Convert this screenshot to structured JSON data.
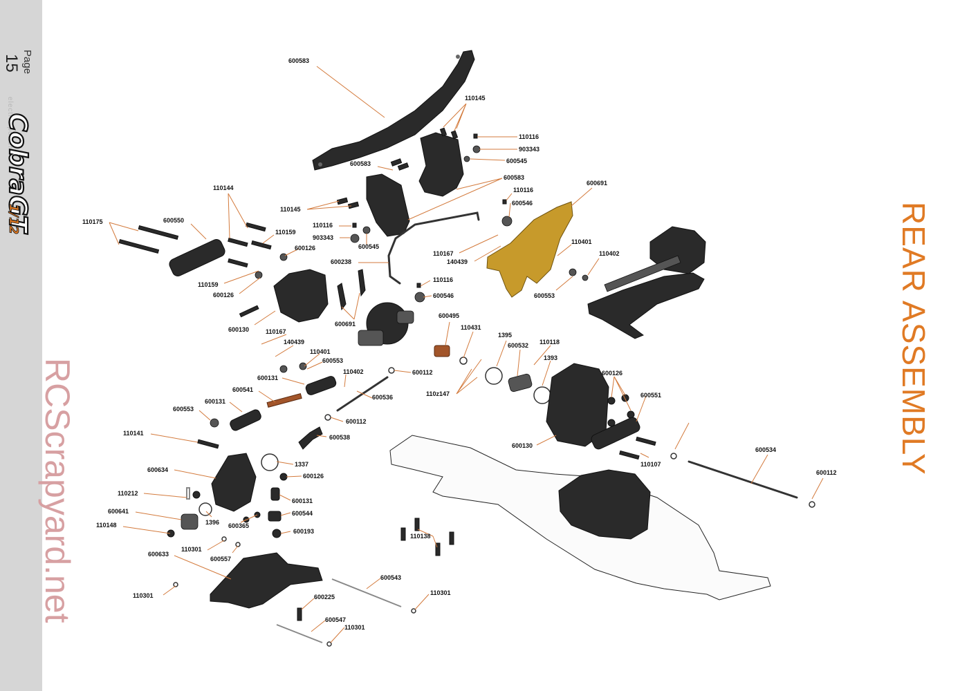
{
  "sidebar": {
    "page_label": "Page",
    "page_number": "15",
    "tagline": "electric power"
  },
  "brand": {
    "name": "CobraGT",
    "sub": "1/12"
  },
  "title": "REAR ASSEMBLY",
  "watermark": "RCScrapyard.net",
  "colors": {
    "sidebar": "#d6d6d6",
    "title": "#e07a24",
    "leader": "#d37a3c",
    "gold_part": "#c79a2b",
    "watermark": "#d7a0a2"
  },
  "labels": [
    "600583",
    "110145",
    "110116",
    "903343",
    "600545",
    "600583",
    "600583",
    "110116",
    "600546",
    "600691",
    "110144",
    "110145",
    "110175",
    "600550",
    "110159",
    "110116",
    "903343",
    "600545",
    "600126",
    "600238",
    "110167",
    "140439",
    "110401",
    "110402",
    "110159",
    "600126",
    "110116",
    "600546",
    "600553",
    "600130",
    "600691",
    "110167",
    "600495",
    "110431",
    "1395",
    "600532",
    "110118",
    "140439",
    "110401",
    "600553",
    "1393",
    "600126",
    "600131",
    "110402",
    "600112",
    "600541",
    "600536",
    "600131",
    "600553",
    "600551",
    "600112",
    "110141",
    "600538",
    "600130",
    "600534",
    "1337",
    "600634",
    "600126",
    "600112",
    "110107",
    "110212",
    "600131",
    "600641",
    "1396",
    "600544",
    "110148",
    "600365",
    "600193",
    "110138",
    "110301",
    "600557",
    "600633",
    "600543",
    "110301",
    "110301",
    "600225",
    "600547",
    "110301",
    "110z147"
  ]
}
